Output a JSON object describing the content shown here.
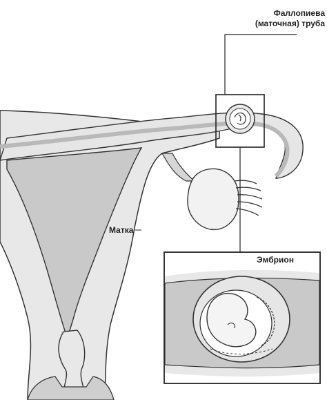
{
  "labels": {
    "fallopian_tube_line1": "Фаллопиева",
    "fallopian_tube_line2": "(маточная) труба",
    "uterus": "Матка",
    "embryo": "Эмбрион"
  },
  "colors": {
    "tissue_light": "#e8e8e8",
    "tissue_mid": "#c9c9c9",
    "outline": "#333333",
    "background": "#ffffff"
  }
}
